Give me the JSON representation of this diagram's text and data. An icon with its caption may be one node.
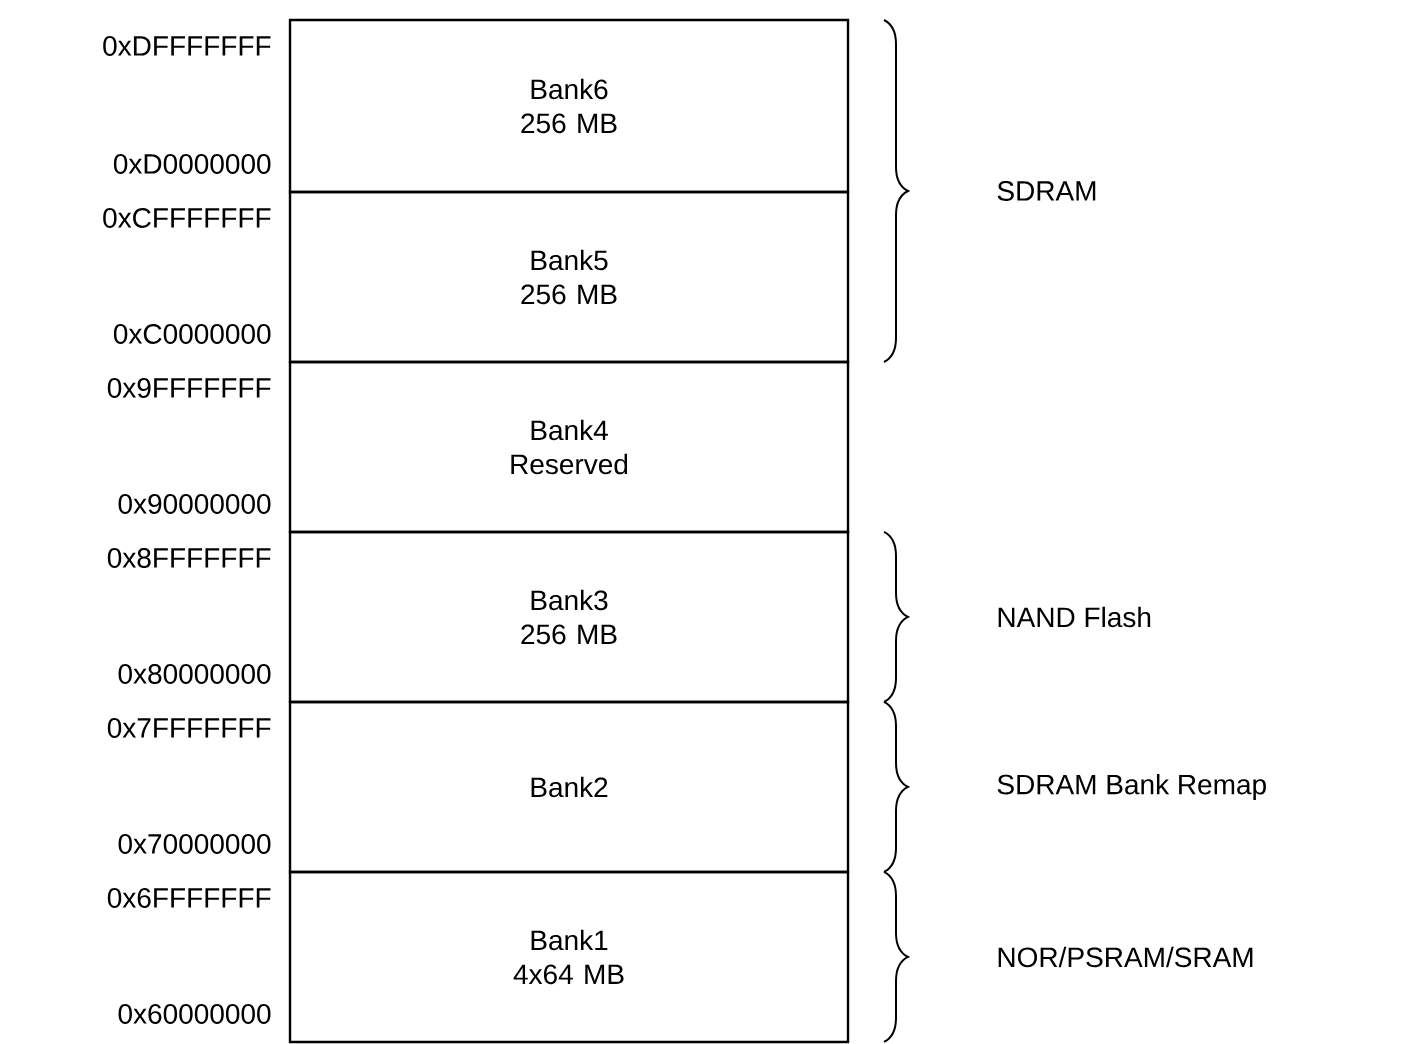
{
  "diagram": {
    "nodes": [
      {
        "text": [
          "Bank6 256 MB"
        ],
        "beside": [
          "0xDFFFFFFF",
          "0xD0000000"
        ]
      },
      {
        "text": [
          "Bank5 256 MB"
        ],
        "beside": [
          "0xCFFFFFFF",
          "0xC0000000"
        ]
      },
      {
        "text": [
          "Bank4 Reserved"
        ],
        "beside": [
          "0x9FFFFFFF",
          "0x90000000"
        ]
      },
      {
        "text": [
          "Bank3 256 MB"
        ],
        "beside": [
          "0x8FFFFFFF",
          "0x80000000"
        ]
      },
      {
        "text": [
          "Bank2"
        ],
        "beside": [
          "0x7FFFFFFF",
          "0x70000000"
        ]
      },
      {
        "text": [
          "Bank1 4x64 MB"
        ],
        "beside": [
          "0x6FFFFFFF",
          "0x60000000"
        ]
      }
    ],
    "labels": [
      "SDRAM",
      "NAND Flash",
      "SDRAM Bank Remap",
      "NOR/PSRAM/SRAM"
    ]
  }
}
